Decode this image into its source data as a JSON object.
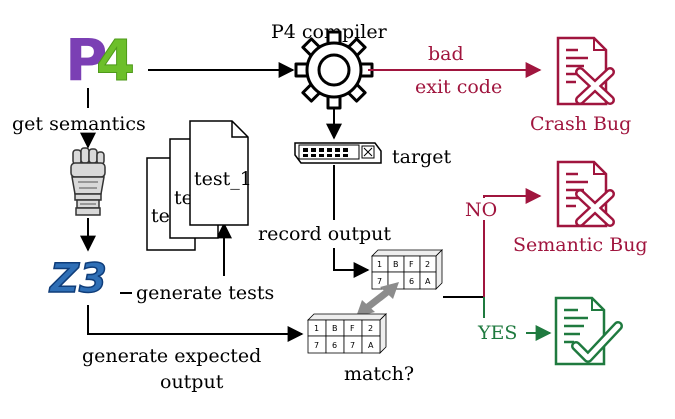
{
  "labels": {
    "compiler": "P4 compiler",
    "bad": "bad",
    "exit_code": "exit code",
    "crash_bug": "Crash Bug",
    "get_semantics": "get semantics",
    "target": "target",
    "test_1": "test_1",
    "test_2": "te",
    "test_3": "te",
    "record_output": "record output",
    "no": "NO",
    "semantic_bug": "Semantic Bug",
    "generate_tests": "generate tests",
    "yes": "YES",
    "generate_expected": "generate expected",
    "output": "output",
    "match": "match?"
  },
  "logos": {
    "p4_p": "P",
    "p4_4": "4",
    "z3": "Z3"
  },
  "table_recorded": [
    [
      "1",
      "B",
      "F",
      "2"
    ],
    [
      "7",
      "",
      "6",
      "A"
    ]
  ],
  "table_expected": [
    [
      "1",
      "B",
      "F",
      "2"
    ],
    [
      "7",
      "6",
      "7",
      "A"
    ]
  ],
  "colors": {
    "black": "#000000",
    "bug_red": "#a0153e",
    "pass_green": "#1f7a3f",
    "p4_purple": "#7b3fb4",
    "p4_green": "#6cbf2a",
    "z3_blue": "#2f6fb6"
  },
  "icons": [
    "p4-logo",
    "gear-icon",
    "crash-document-icon",
    "fist-icon",
    "switch-icon",
    "test-documents-icon",
    "semantic-document-icon",
    "z3-logo",
    "output-table-icon",
    "expected-table-icon",
    "double-arrow-icon",
    "checkmark-document-icon"
  ]
}
